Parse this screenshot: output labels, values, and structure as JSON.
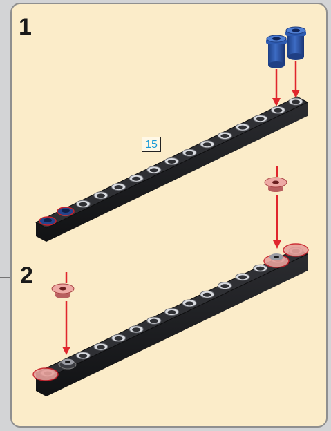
{
  "steps": [
    {
      "number": "1",
      "callout": "15"
    },
    {
      "number": "2"
    }
  ],
  "colors": {
    "panel": "#fbecc9",
    "beam": "#1e1f22",
    "pin": "#2a56a6",
    "bush": "#d98585",
    "arrow": "#e0262d"
  },
  "icons": [
    "beam-15-icon",
    "blue-pin-icon",
    "red-half-bush-icon",
    "red-arrow-icon"
  ]
}
